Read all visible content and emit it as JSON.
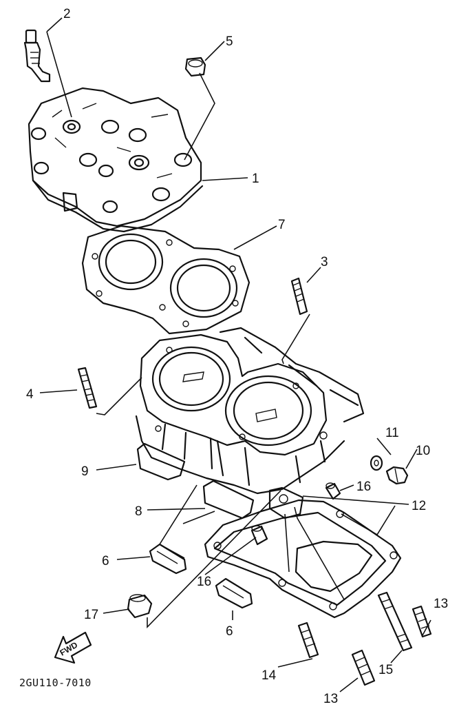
{
  "callouts": {
    "c1": "1",
    "c2": "2",
    "c3": "3",
    "c4": "4",
    "c5": "5",
    "c6a": "6",
    "c6b": "6",
    "c7": "7",
    "c8": "8",
    "c9": "9",
    "c10": "10",
    "c11": "11",
    "c12": "12",
    "c13a": "13",
    "c13b": "13",
    "c14": "14",
    "c15": "15",
    "c16a": "16",
    "c16b": "16",
    "c17": "17"
  },
  "arrow_label": "FWD",
  "diagram_code": "2GU110-7010"
}
